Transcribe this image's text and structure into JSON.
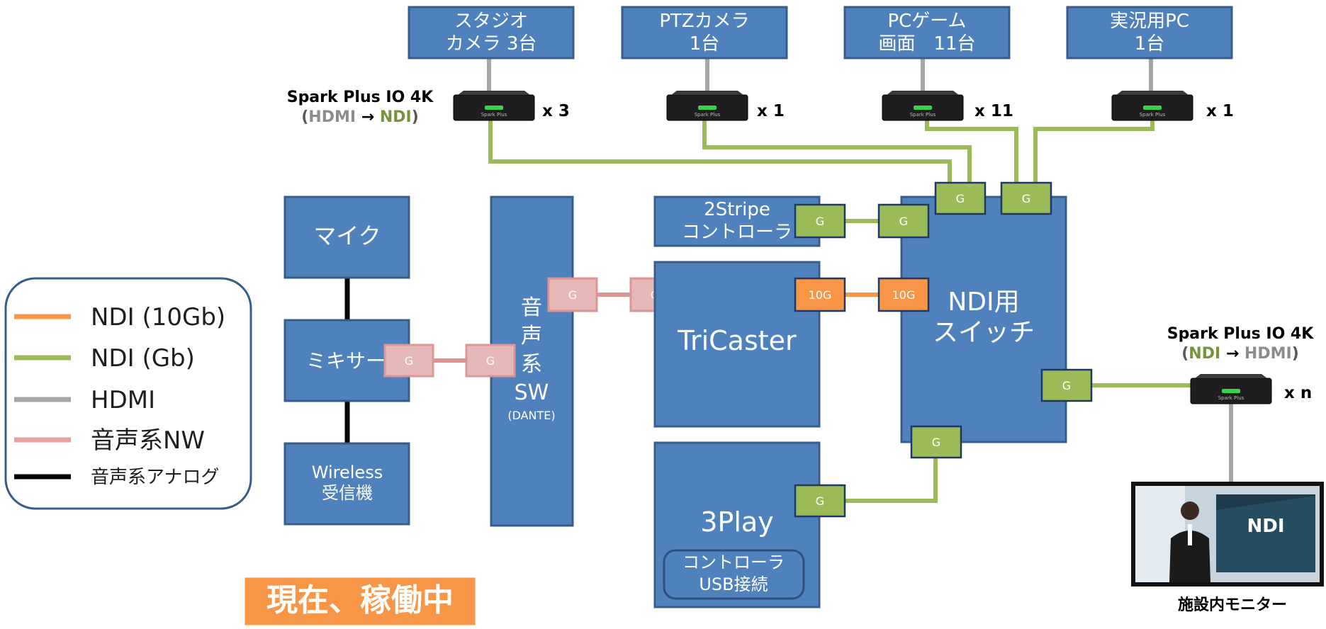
{
  "sources": {
    "studio_camera": [
      "スタジオ",
      "カメラ 3台"
    ],
    "ptz_camera": [
      "PTZカメラ",
      "1台"
    ],
    "pc_game": [
      "PCゲーム",
      "画面　11台"
    ],
    "commentary_pc": [
      "実況用PC",
      "1台"
    ]
  },
  "spark_in": {
    "title": "Spark Plus IO 4K",
    "paren_open": "(",
    "from": "HDMI",
    "arrow": " → ",
    "to": "NDI",
    "paren_close": ")"
  },
  "spark_out": {
    "title": "Spark Plus IO 4K",
    "paren_open": "(",
    "from": "NDI",
    "arrow": " → ",
    "to": "HDMI",
    "paren_close": ")"
  },
  "device_label": "Spark Plus",
  "counts": {
    "studio": "x 3",
    "ptz": "x 1",
    "pcgame": "x 11",
    "commentary": "x 1",
    "output": "x n"
  },
  "boxes": {
    "mic": "マイク",
    "mixer": "ミキサー",
    "wireless": [
      "Wireless",
      "受信機"
    ],
    "audio_sw": [
      "音",
      "声",
      "系",
      "SW"
    ],
    "audio_sw_sub": "(DANTE)",
    "stripe": [
      "2Stripe",
      "コントローラ"
    ],
    "tricaster": "TriCaster",
    "ndi_switch": [
      "NDI用",
      "スイッチ"
    ],
    "threeplay": "3Play",
    "threeplay_controller": [
      "コントローラ",
      "USB接続"
    ]
  },
  "ports": {
    "g": "G",
    "ten_g": "10G"
  },
  "legend": [
    {
      "label": "NDI (10Gb)",
      "color": "#f79646"
    },
    {
      "label": "NDI (Gb)",
      "color": "#9bbb59"
    },
    {
      "label": "HDMI",
      "color": "#a6a6a6"
    },
    {
      "label": "音声系NW",
      "color": "#e6a0a0"
    },
    {
      "label": "音声系アナログ",
      "color": "#000000"
    }
  ],
  "status_banner": "現在、稼働中",
  "monitor": {
    "logo": "NDI",
    "caption": "施設内モニター"
  },
  "colors": {
    "box_blue": "#4f81bd",
    "ndi_gb_green": "#9bbb59",
    "ndi_10gb_orange": "#f79646",
    "hdmi_gray": "#a6a6a6",
    "audio_pink": "#e6b9b8",
    "banner_orange": "#f79646"
  }
}
